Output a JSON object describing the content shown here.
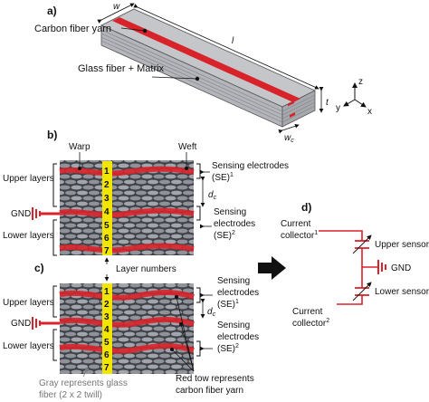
{
  "panels": {
    "a": "a)",
    "b": "b)",
    "c": "c)",
    "d": "d)"
  },
  "panel_a": {
    "carbon_fiber_yarn": "Carbon fiber yarn",
    "glass_fiber_matrix": "Glass fiber + Matrix",
    "dim_w": "w",
    "dim_l": "l",
    "dim_t": "t",
    "dim_wc": "w",
    "dim_wc_sub": "c",
    "axis_z": "z",
    "axis_y": "y",
    "axis_x": "x"
  },
  "panel_b": {
    "warp": "Warp",
    "weft": "Weft",
    "upper_layers": "Upper layers",
    "lower_layers": "Lower layers",
    "gnd": "GND",
    "layer_numbers": [
      "1",
      "2",
      "3",
      "4",
      "5",
      "6",
      "7"
    ],
    "dc": "d",
    "dc_sub": "c",
    "se1_line1": "Sensing electrodes",
    "se1_line2": "(SE)",
    "se1_sup": "1",
    "se2_line1": "Sensing",
    "se2_line2": "electrodes",
    "se2_line3": "(SE)",
    "se2_sup": "2"
  },
  "layer_numbers_label": "Layer numbers",
  "panel_c": {
    "upper_layers": "Upper layers",
    "lower_layers": "Lower layers",
    "gnd": "GND",
    "layer_numbers": [
      "1",
      "2",
      "3",
      "4",
      "5",
      "6",
      "7"
    ],
    "dc": "d",
    "dc_sub": "c",
    "se1_line1": "Sensing",
    "se1_line2": "electrodes",
    "se1_line3": "(SE)",
    "se1_sup": "1",
    "se2_line1": "Sensing",
    "se2_line2": "electrodes",
    "se2_line3": "(SE)",
    "se2_sup": "2",
    "gray_note_line1": "Gray represents glass",
    "gray_note_line2": "fiber (2 x 2 twill)",
    "red_note_line1": "Red tow represents",
    "red_note_line2": "carbon fiber yarn"
  },
  "panel_d": {
    "current_collector_1": "Current",
    "current_collector_1b": "collector",
    "cc1_sup": "1",
    "current_collector_2": "Current",
    "current_collector_2b": "collector",
    "cc2_sup": "2",
    "upper_sensor": "Upper sensor",
    "lower_sensor": "Lower sensor",
    "gnd": "GND"
  },
  "colors": {
    "carbon_red": "#d8232a",
    "glass_gray": "#8a8d93",
    "bg_dark": "#3d4046",
    "layer_yellow": "#f2e600"
  }
}
